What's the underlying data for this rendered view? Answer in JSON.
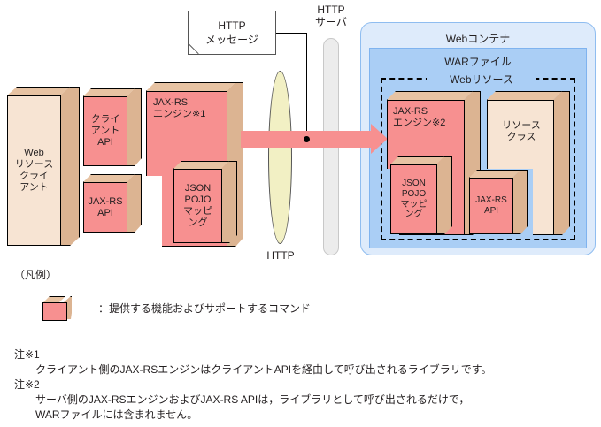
{
  "diagram": {
    "callout": {
      "text": "HTTP\nメッセージ"
    },
    "http_server": {
      "label": "HTTP\nサーバ"
    },
    "http_pipe": {
      "label": "HTTP"
    },
    "client_side": {
      "web_resource_client": {
        "label": "Web\nリソース\nクライ\nアント"
      },
      "client_api": {
        "label": "クライ\nアント\nAPI"
      },
      "jaxrs_api": {
        "label": "JAX-RS\nAPI"
      },
      "jaxrs_engine": {
        "label": "JAX-RS\nエンジン※1"
      },
      "json_pojo_mapping": {
        "label": "JSON\nPOJO\nマッピ\nング"
      }
    },
    "server_side": {
      "web_container": {
        "title": "Webコンテナ"
      },
      "war_file": {
        "title": "WARファイル"
      },
      "web_resource": {
        "title": "Webリソース"
      },
      "jaxrs_engine": {
        "label": "JAX-RS\nエンジン※2"
      },
      "json_pojo_mapping": {
        "label": "JSON\nPOJO\nマッピ\nング"
      },
      "jaxrs_api": {
        "label": "JAX-RS\nAPI"
      },
      "resource_class": {
        "label": "リソース\nクラス"
      }
    }
  },
  "legend": {
    "heading": "（凡例）",
    "entry_text": "：提供する機能およびサポートするコマンド"
  },
  "notes": [
    {
      "marker": "注※1",
      "lines": [
        "クライアント側のJAX-RSエンジンはクライアントAPIを経由して呼び出されるライブラリです。"
      ]
    },
    {
      "marker": "注※2",
      "lines": [
        "サーバ側のJAX-RSエンジンおよびJAX-RS APIは，ライブラリとして呼び出されるだけで，",
        "WARファイルには含まれません。"
      ]
    }
  ],
  "colors": {
    "pink_face": "#F79090",
    "cream_face": "#F7E4D3",
    "box_top": "#E7C3A3",
    "box_side": "#DCB492",
    "web_container_bg": "#DEEBFB",
    "war_file_bg": "#AACEF5",
    "http_pipe_bg": "#F2F0C4",
    "http_server_bg": "#ECECEC",
    "arrow": "#F79090"
  }
}
